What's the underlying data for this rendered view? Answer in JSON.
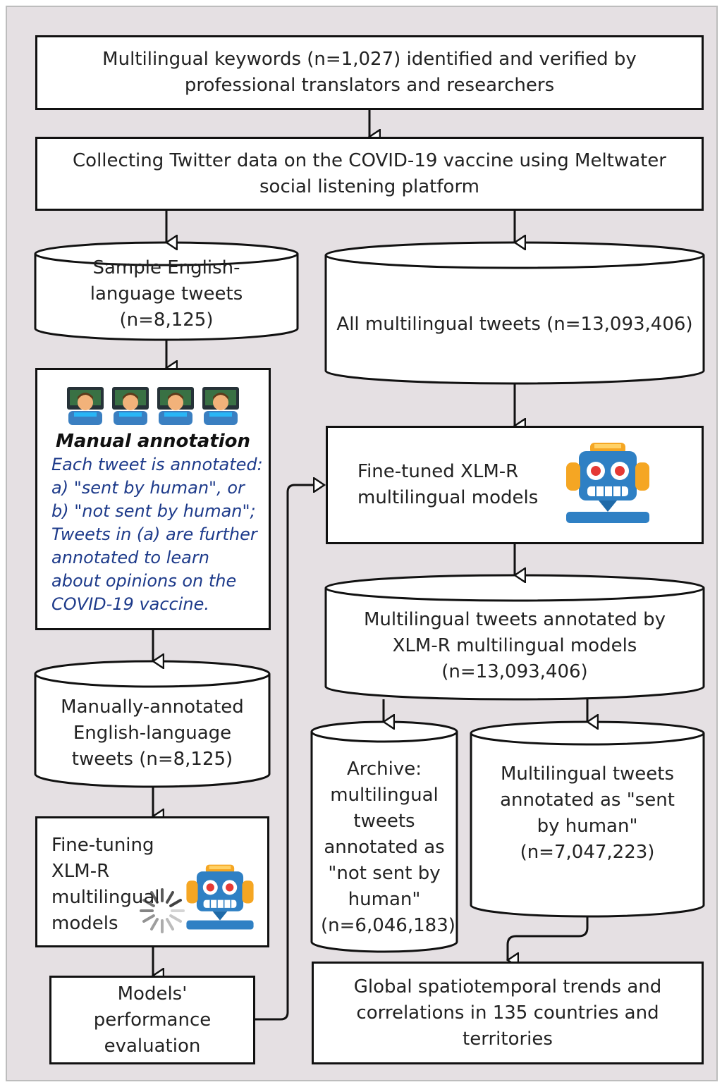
{
  "nodes": {
    "keywords": "Multilingual keywords (n=1,027) identified and verified by professional translators and researchers",
    "collecting": "Collecting Twitter data on the COVID-19 vaccine using Meltwater social listening platform",
    "sample_english": "Sample English-language tweets (n=8,125)",
    "all_multilingual": "All multilingual tweets (n=13,093,406)",
    "manual_annotation_title": "Manual annotation",
    "manual_annotation_body": [
      "Each tweet is annotated:",
      "a) \"sent by human\", or",
      "b) \"not sent by human\";",
      "Tweets in (a) are further",
      "annotated to learn",
      "about opinions on the",
      "COVID-19 vaccine."
    ],
    "fine_tuned": "Fine-tuned XLM-R multilingual models",
    "annotated_by_models": "Multilingual tweets annotated by XLM-R multilingual models (n=13,093,406)",
    "manually_annotated": "Manually-annotated English-language tweets (n=8,125)",
    "archive": "Archive: multilingual tweets annotated as \"not sent by human\" (n=6,046,183)",
    "sent_by_human": "Multilingual tweets annotated as \"sent by human\" (n=7,047,223)",
    "fine_tuning": "Fine-tuning XLM-R multilingual models",
    "performance": "Models' performance evaluation",
    "global_trends": "Global spatiotemporal trends and correlations in 135 countries and territories"
  },
  "icons": {
    "annotator": "technologist-icon",
    "robot": "robot-icon",
    "spinner": "loading-spinner-icon"
  },
  "colors": {
    "background": "#e5e0e3",
    "annotation_text": "#1d3a8a",
    "robot_body": "#2f80c4",
    "robot_ear": "#f5a623"
  }
}
